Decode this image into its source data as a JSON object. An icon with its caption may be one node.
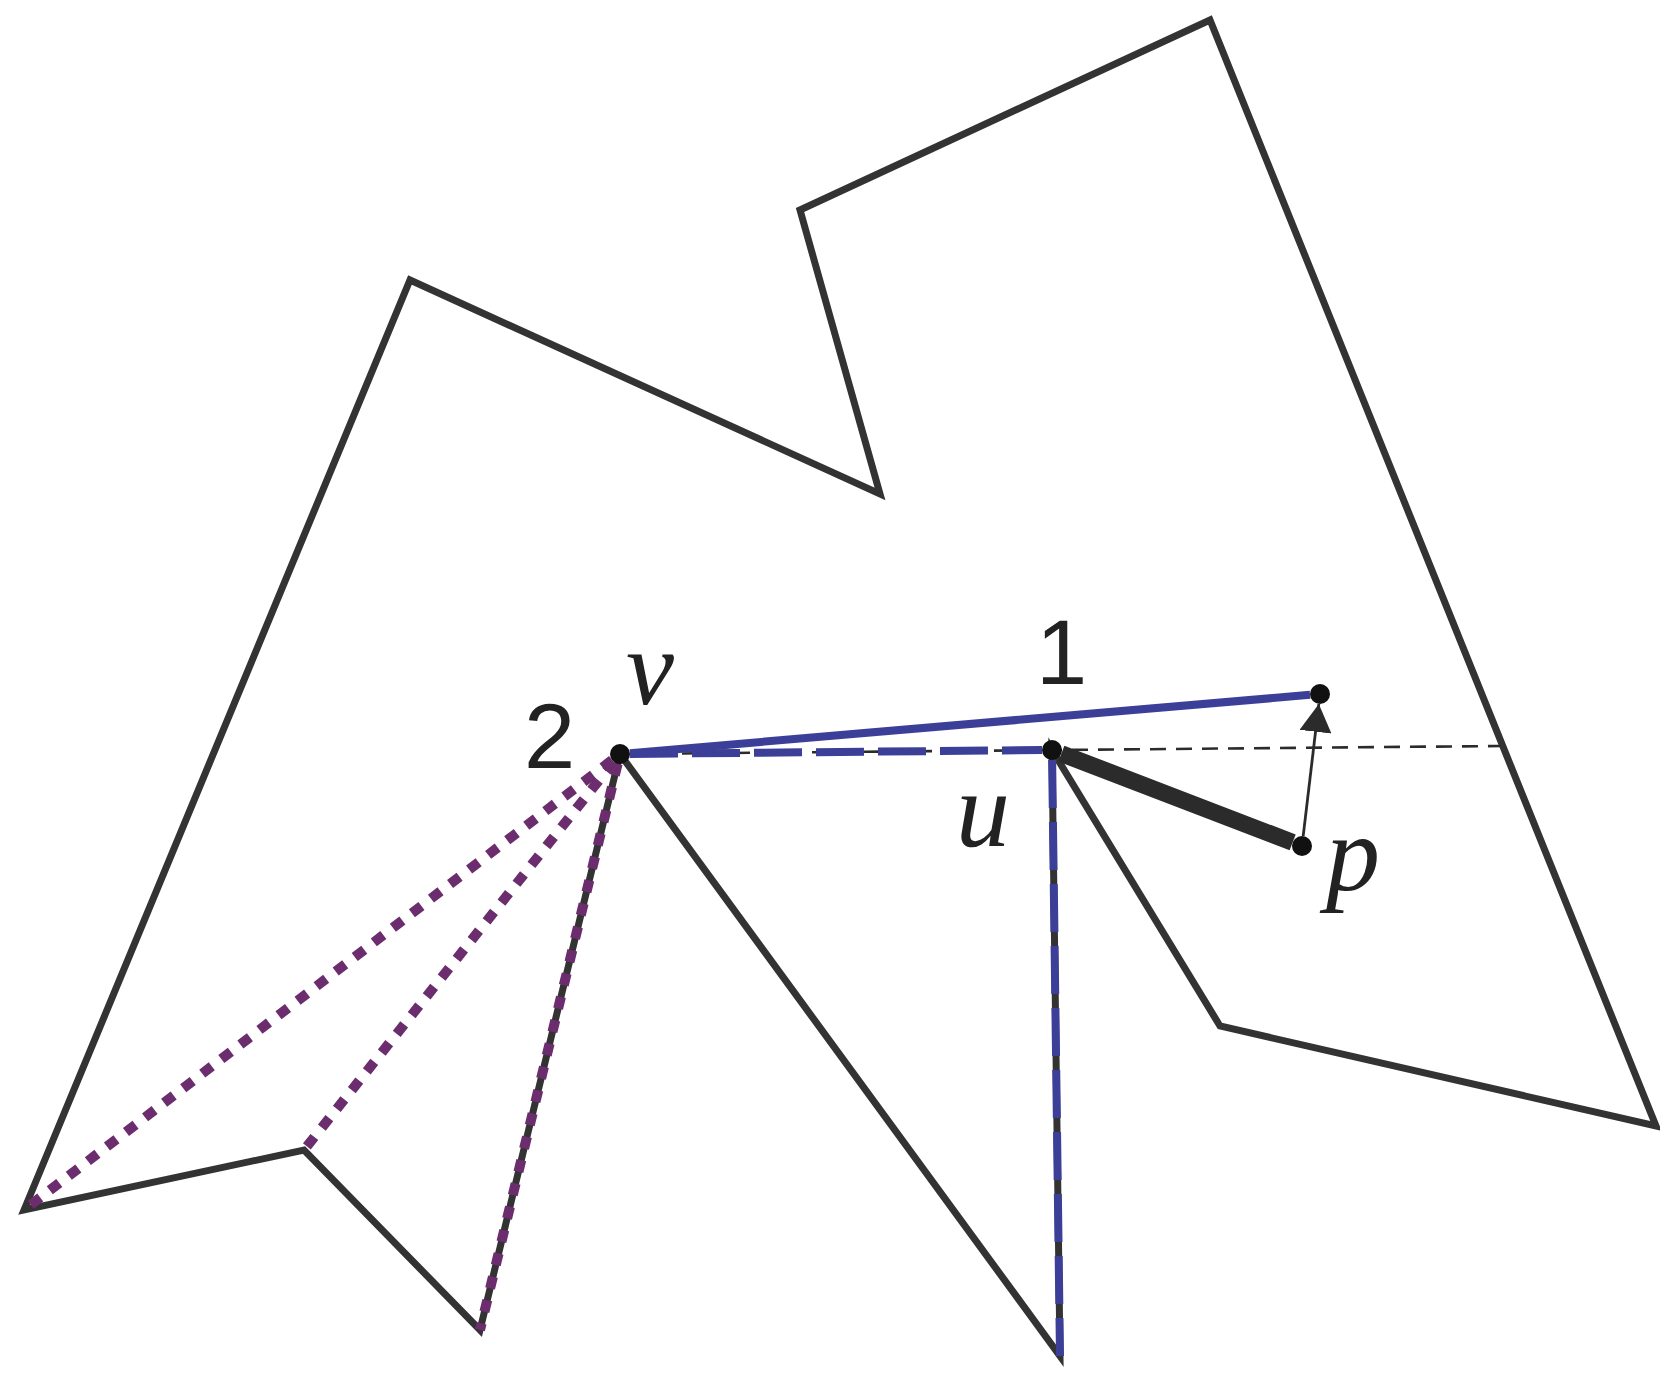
{
  "diagram": {
    "nodes": [
      {
        "text": [],
        "shape": "circle",
        "beside": [
          "v"
        ]
      },
      {
        "text": [],
        "shape": "circle",
        "beside": [
          "u"
        ]
      },
      {
        "text": [],
        "shape": "circle",
        "beside": [
          "p"
        ]
      },
      {
        "text": [],
        "shape": "circle"
      }
    ],
    "edges": [
      {
        "from": 0,
        "to": 3,
        "arrow": "none",
        "color": "#3b3f98"
      },
      {
        "from": 0,
        "to": 1,
        "arrow": "none",
        "style": "dashed",
        "color": "#3b3f98"
      },
      {
        "from": 1,
        "to": null,
        "arrow": "none",
        "style": "dashed",
        "color": "#3b3f98"
      },
      {
        "from": 1,
        "to": 2,
        "arrow": "none",
        "style": "thick",
        "color": "#2b2b2b"
      },
      {
        "from": 2,
        "to": 3,
        "arrow": "to",
        "color": "#2b2b2b"
      },
      {
        "from": 0,
        "to": null,
        "arrow": "none",
        "style": "dashed",
        "color": "#2b2b2b"
      },
      {
        "from": 0,
        "to": null,
        "arrow": "none",
        "style": "dashed",
        "color": "#6b2d6e"
      },
      {
        "from": 0,
        "to": null,
        "arrow": "none",
        "style": "dashed",
        "color": "#6b2d6e"
      },
      {
        "from": 0,
        "to": null,
        "arrow": "none",
        "style": "dashed",
        "color": "#6b2d6e"
      }
    ],
    "labels": [
      "1",
      "2"
    ]
  }
}
